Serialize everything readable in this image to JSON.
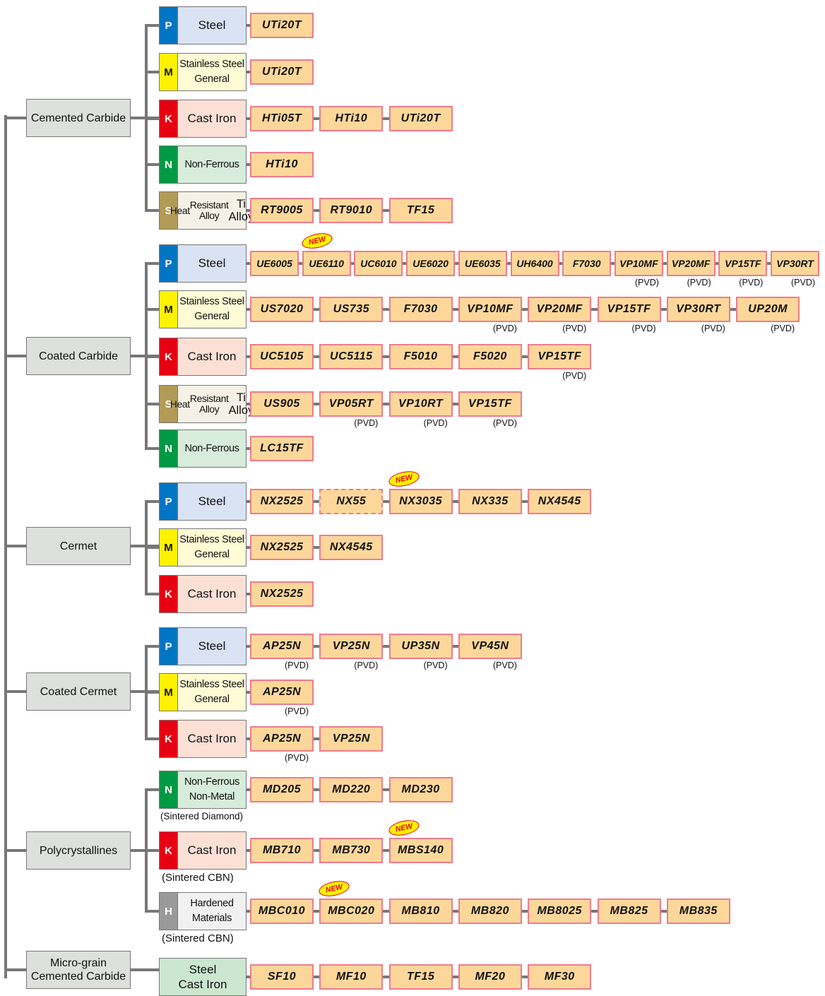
{
  "colors": {
    "P": "#0075c2",
    "M": "#fff100",
    "K": "#e60012",
    "N": "#009944",
    "S": "#b29a57",
    "H": "#9a9a9a",
    "grade_fill": "#fdd79a",
    "grade_border": "#ee7b8d",
    "category_fill": "#dde0dc",
    "connector": "#777777"
  },
  "iso_panel_colors": {
    "P": "#d9e3f3",
    "M": "#fffbd5",
    "K": "#fde0d5",
    "N": "#d7ecda",
    "S": "#f6f1e6",
    "H": "#f1f1f1",
    "steel_cast_iron": "#cce7cf"
  },
  "new_badge_label": "NEW",
  "categories": [
    {
      "name": "Cemented Carbide",
      "rows": [
        {
          "iso": "P",
          "material": "Steel",
          "grades": [
            {
              "name": "UTi20T"
            }
          ]
        },
        {
          "iso": "M",
          "material": "Stainless Steel\nGeneral",
          "grades": [
            {
              "name": "UTi20T"
            }
          ]
        },
        {
          "iso": "K",
          "material": "Cast Iron",
          "grades": [
            {
              "name": "HTi05T"
            },
            {
              "name": "HTi10"
            },
            {
              "name": "UTi20T"
            }
          ]
        },
        {
          "iso": "N",
          "material": "Non-Ferrous",
          "grades": [
            {
              "name": "HTi10"
            }
          ]
        },
        {
          "iso": "S",
          "material_lines": [
            "Heat",
            "Resistant Alloy",
            "Ti Alloy"
          ],
          "grades": [
            {
              "name": "RT9005"
            },
            {
              "name": "RT9010"
            },
            {
              "name": "TF15"
            }
          ]
        }
      ]
    },
    {
      "name": "Coated Carbide",
      "rows": [
        {
          "iso": "P",
          "material": "Steel",
          "grades": [
            {
              "name": "UE6005"
            },
            {
              "name": "UE6110",
              "new": true
            },
            {
              "name": "UC6010"
            },
            {
              "name": "UE6020"
            },
            {
              "name": "UE6035"
            },
            {
              "name": "UH6400"
            },
            {
              "name": "F7030"
            },
            {
              "name": "VP10MF",
              "note": "(PVD)"
            },
            {
              "name": "VP20MF",
              "note": "(PVD)"
            },
            {
              "name": "VP15TF",
              "note": "(PVD)"
            },
            {
              "name": "VP30RT",
              "note": "(PVD)"
            }
          ]
        },
        {
          "iso": "M",
          "material": "Stainless Steel\nGeneral",
          "grades": [
            {
              "name": "US7020"
            },
            {
              "name": "US735"
            },
            {
              "name": "F7030"
            },
            {
              "name": "VP10MF",
              "note": "(PVD)"
            },
            {
              "name": "VP20MF",
              "note": "(PVD)"
            },
            {
              "name": "VP15TF",
              "note": "(PVD)"
            },
            {
              "name": "VP30RT",
              "note": "(PVD)"
            },
            {
              "name": "UP20M",
              "note": "(PVD)"
            }
          ]
        },
        {
          "iso": "K",
          "material": "Cast Iron",
          "grades": [
            {
              "name": "UC5105"
            },
            {
              "name": "UC5115"
            },
            {
              "name": "F5010"
            },
            {
              "name": "F5020"
            },
            {
              "name": "VP15TF",
              "note": "(PVD)"
            }
          ]
        },
        {
          "iso": "S",
          "material_lines": [
            "Heat",
            "Resistant Alloy",
            "Ti Alloy"
          ],
          "grades": [
            {
              "name": "US905"
            },
            {
              "name": "VP05RT",
              "note": "(PVD)"
            },
            {
              "name": "VP10RT",
              "note": "(PVD)"
            },
            {
              "name": "VP15TF",
              "note": "(PVD)"
            }
          ]
        },
        {
          "iso": "N",
          "material": "Non-Ferrous",
          "grades": [
            {
              "name": "LC15TF"
            }
          ]
        }
      ]
    },
    {
      "name": "Cermet",
      "rows": [
        {
          "iso": "P",
          "material": "Steel",
          "grades": [
            {
              "name": "NX2525"
            },
            {
              "name": "NX55",
              "dashed": true
            },
            {
              "name": "NX3035",
              "new": true
            },
            {
              "name": "NX335"
            },
            {
              "name": "NX4545"
            }
          ]
        },
        {
          "iso": "M",
          "material": "Stainless Steel\nGeneral",
          "grades": [
            {
              "name": "NX2525"
            },
            {
              "name": "NX4545"
            }
          ]
        },
        {
          "iso": "K",
          "material": "Cast Iron",
          "grades": [
            {
              "name": "NX2525"
            }
          ]
        }
      ]
    },
    {
      "name": "Coated Cermet",
      "rows": [
        {
          "iso": "P",
          "material": "Steel",
          "grades": [
            {
              "name": "AP25N",
              "note": "(PVD)"
            },
            {
              "name": "VP25N",
              "note": "(PVD)"
            },
            {
              "name": "UP35N",
              "note": "(PVD)"
            },
            {
              "name": "VP45N",
              "note": "(PVD)"
            }
          ]
        },
        {
          "iso": "M",
          "material": "Stainless Steel\nGeneral",
          "grades": [
            {
              "name": "AP25N",
              "note": "(PVD)"
            }
          ]
        },
        {
          "iso": "K",
          "material": "Cast Iron",
          "grades": [
            {
              "name": "AP25N",
              "note": "(PVD)"
            },
            {
              "name": "VP25N"
            }
          ]
        }
      ]
    },
    {
      "name": "Polycrystallines",
      "rows": [
        {
          "iso": "N",
          "material": "Non-Ferrous\nNon-Metal",
          "sub": "(Sintered Diamond)",
          "grades": [
            {
              "name": "MD205"
            },
            {
              "name": "MD220"
            },
            {
              "name": "MD230"
            }
          ]
        },
        {
          "iso": "K",
          "material": "Cast Iron",
          "sub": "(Sintered CBN)",
          "grades": [
            {
              "name": "MB710"
            },
            {
              "name": "MB730"
            },
            {
              "name": "MBS140",
              "new": true
            }
          ]
        },
        {
          "iso": "H",
          "material": "Hardened\nMaterials",
          "sub": "(Sintered CBN)",
          "grades": [
            {
              "name": "MBC010"
            },
            {
              "name": "MBC020",
              "new": true
            },
            {
              "name": "MB810"
            },
            {
              "name": "MB820"
            },
            {
              "name": "MB8025"
            },
            {
              "name": "MB825"
            },
            {
              "name": "MB835"
            }
          ]
        }
      ]
    },
    {
      "name": "Micro-grain\nCemented Carbide",
      "rows": [
        {
          "iso": "",
          "material": "Steel\nCast Iron",
          "grades": [
            {
              "name": "SF10"
            },
            {
              "name": "MF10"
            },
            {
              "name": "TF15"
            },
            {
              "name": "MF20"
            },
            {
              "name": "MF30"
            }
          ]
        }
      ]
    }
  ]
}
